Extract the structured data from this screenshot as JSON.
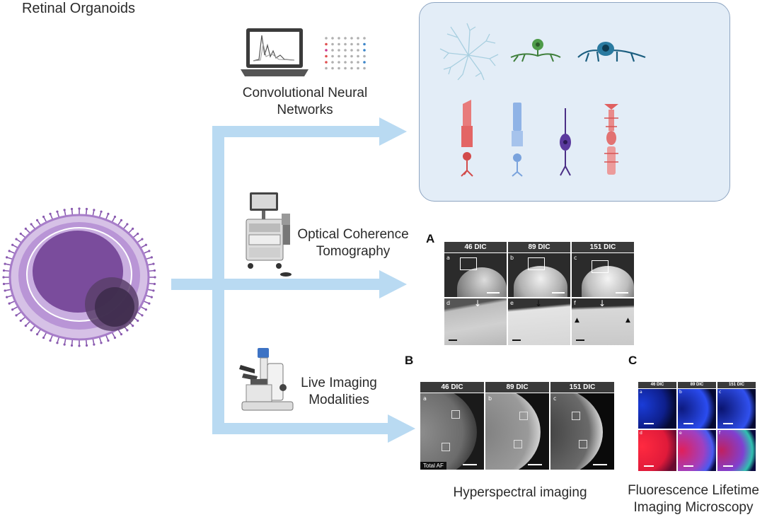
{
  "colors": {
    "arrow": "#b9daf2",
    "cell_panel_bg": "#e3edf7",
    "cell_panel_border": "#8fa6c2",
    "organoid_purple": "#7b4fa0"
  },
  "labels": {
    "retinal_organoids": "Retinal Organoids",
    "cnn": "Convolutional Neural\nNetworks",
    "oct": "Optical Coherence\nTomography",
    "live_imaging": "Live Imaging\nModalities",
    "hyperspectral": "Hyperspectral imaging",
    "flim": "Fluorescence Lifetime\nImaging Microscopy"
  },
  "panel_a": {
    "letter": "A",
    "headers": [
      "46 DIC",
      "89 DIC",
      "151 DIC"
    ],
    "top_labels": [
      "a",
      "b",
      "c"
    ],
    "bottom_labels": [
      "d",
      "e",
      "f"
    ]
  },
  "panel_b": {
    "letter": "B",
    "headers": [
      "46 DIC",
      "89 DIC",
      "151 DIC"
    ],
    "labels": [
      "a",
      "b",
      "c"
    ],
    "total_af": "Total AF"
  },
  "panel_c": {
    "letter": "C",
    "headers": [
      "46 DIC",
      "89 DIC",
      "151 DIC"
    ],
    "top_labels": [
      "a",
      "b",
      "c"
    ],
    "bottom_labels": [
      "d",
      "e",
      "f"
    ]
  },
  "icons": {
    "laptop": "laptop-chart-icon",
    "dot_grid": "neural-network-grid-icon",
    "oct_cart": "oct-machine-icon",
    "microscope": "microscope-icon",
    "organoid": "retinal-organoid-icon"
  },
  "cells": [
    "astrocyte",
    "amacrine-cell",
    "horizontal-cell",
    "cone-photoreceptor",
    "rod-photoreceptor",
    "bipolar-cell",
    "ganglion-photoreceptor"
  ]
}
